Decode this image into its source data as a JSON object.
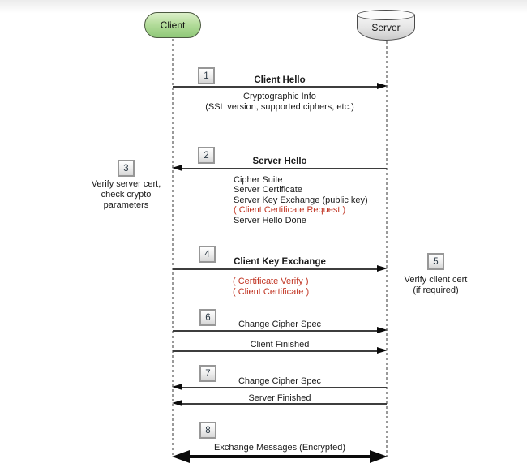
{
  "actors": {
    "client": "Client",
    "server": "Server"
  },
  "steps": {
    "step1": {
      "num": "1",
      "title": "Client Hello",
      "notes": [
        "Cryptographic Info",
        "(SSL version, supported ciphers, etc.)"
      ]
    },
    "step2": {
      "num": "2",
      "title": "Server Hello",
      "details": [
        "Cipher Suite",
        "Server Certificate",
        "Server Key Exchange (public key)",
        "( Client Certificate Request )",
        "Server Hello Done"
      ]
    },
    "step3": {
      "num": "3",
      "note_lines": [
        "Verify server cert,",
        "check crypto",
        "parameters"
      ]
    },
    "step4": {
      "num": "4",
      "title": "Client Key Exchange",
      "optional_items": [
        "( Certificate Verify )",
        "( Client Certificate )"
      ]
    },
    "step5": {
      "num": "5",
      "note_lines": [
        "Verify client cert",
        "(if required)"
      ]
    },
    "step6": {
      "num": "6",
      "messages": [
        "Change Cipher Spec",
        "Client Finished"
      ]
    },
    "step7": {
      "num": "7",
      "messages": [
        "Change Cipher Spec",
        "Server Finished"
      ]
    },
    "step8": {
      "num": "8",
      "title": "Exchange Messages (Encrypted)"
    }
  },
  "colors": {
    "client_fill": "#8fc878",
    "server_fill": "#d9d9d9",
    "optional_text_red": "#c03321",
    "arrow": "#0b0b0b",
    "lifeline": "#9a9a9a"
  }
}
